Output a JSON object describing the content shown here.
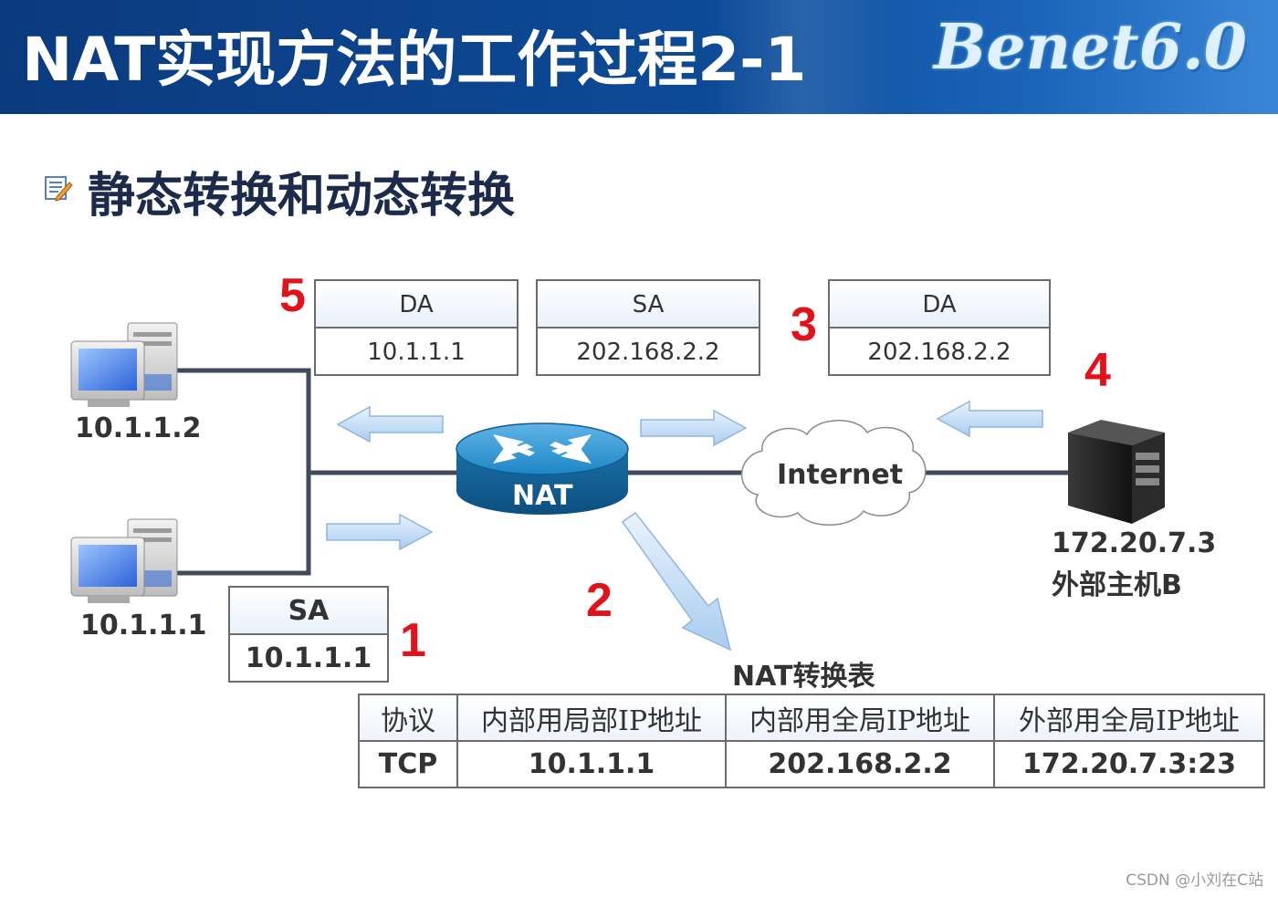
{
  "header": {
    "title": "NAT实现方法的工作过程2-1",
    "brand": "Benet6.0"
  },
  "subtitle": "静态转换和动态转换",
  "packets": [
    {
      "step": "5",
      "field": "DA",
      "value": "10.1.1.1"
    },
    {
      "field": "SA",
      "value": "202.168.2.2"
    },
    {
      "step": "3",
      "field": "DA",
      "value": "202.168.2.2"
    },
    {
      "step": "1",
      "field": "SA",
      "value": "10.1.1.1"
    }
  ],
  "steps": {
    "s1": "1",
    "s2": "2",
    "s3": "3",
    "s4": "4",
    "s5": "5"
  },
  "hosts": [
    {
      "ip": "10.1.1.2"
    },
    {
      "ip": "10.1.1.1"
    },
    {
      "ip": "172.20.7.3",
      "name": "外部主机B"
    }
  ],
  "router_label": "NAT",
  "cloud_label": "Internet",
  "nat_table": {
    "title": "NAT转换表",
    "headers": [
      "协议",
      "内部用局部IP地址",
      "内部用全局IP地址",
      "外部用全局IP地址"
    ],
    "rows": [
      [
        "TCP",
        "10.1.1.1",
        "202.168.2.2",
        "172.20.7.3:23"
      ]
    ]
  },
  "colors": {
    "header_bg": "#0d4a96",
    "step_red": "#e3121a",
    "arrow_blue": "#bcd8f5",
    "router": "#1b7fb8"
  },
  "footer": "CSDN @小刘在C站"
}
